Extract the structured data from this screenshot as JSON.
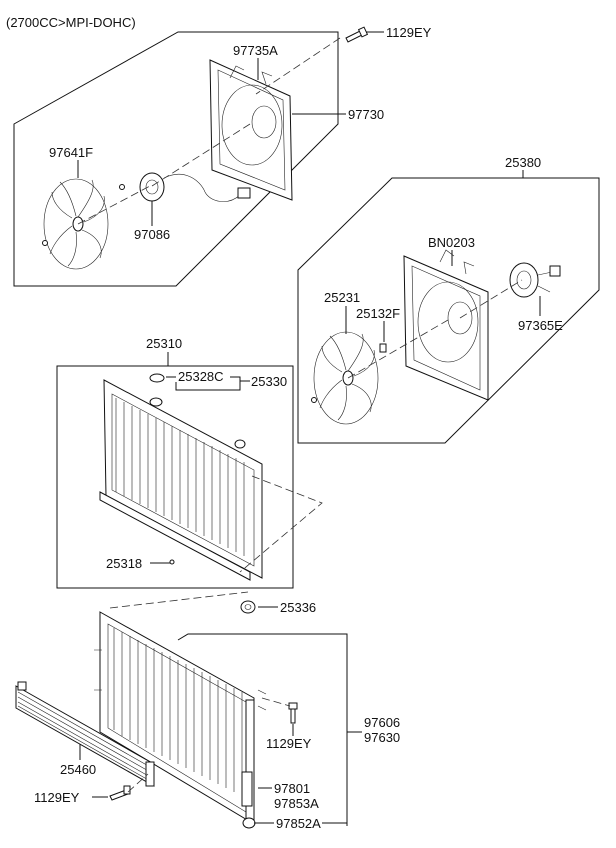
{
  "header": {
    "engine_note": "(2700CC>MPI-DOHC)"
  },
  "parts": {
    "p1129EY_top": "1129EY",
    "p97735A": "97735A",
    "p97730": "97730",
    "p97641F": "97641F",
    "p97086": "97086",
    "p25380": "25380",
    "pBN0203": "BN0203",
    "p25231": "25231",
    "p25132F": "25132F",
    "p97365E": "97365E",
    "p25310": "25310",
    "p25328C": "25328C",
    "p25330": "25330",
    "p25318": "25318",
    "p25336": "25336",
    "p97606": "97606",
    "p97630": "97630",
    "p1129EY_mid": "1129EY",
    "p25460": "25460",
    "p97801": "97801",
    "p97853A": "97853A",
    "p1129EY_bottom": "1129EY",
    "p97852A": "97852A"
  }
}
